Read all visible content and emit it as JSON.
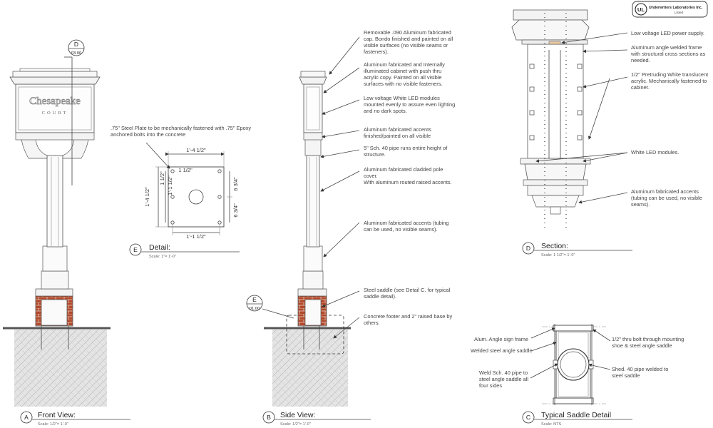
{
  "title_block": {
    "ul_logo_text": "UL",
    "ul_name": "Underwriters Laboratories Inc.",
    "ul_listed": "Listed"
  },
  "sign": {
    "name": "Chesapeake",
    "subtitle": "COURT"
  },
  "section_markers": {
    "front_ref_letter": "D",
    "front_ref_sheet": "03.00",
    "side_ref_letter": "E",
    "side_ref_sheet": "01.00"
  },
  "views": {
    "front": {
      "letter": "A",
      "title": "Front View:",
      "scale": "Scale: 1/2\"= 1'-0\""
    },
    "side": {
      "letter": "B",
      "title": "Side View:",
      "scale": "Scale: 1/2\"= 1'-0\""
    },
    "saddle": {
      "letter": "C",
      "title": "Typical Saddle Detail",
      "scale": "Scale: NTS"
    },
    "section": {
      "letter": "D",
      "title": "Section:",
      "scale": "Scale: 1 1/2\"= 1'-0\""
    },
    "detail": {
      "letter": "E",
      "title": "Detail:",
      "scale": "Scale: 1\"= 1'-0\""
    }
  },
  "detail_plate": {
    "note": ".75\" Steel Plate to be mechanically fastened with .75\" Epoxy anchored bolts into the concrete",
    "dim_top": "1'-4 1/2\"",
    "dim_left": "1'-4 1/2\"",
    "dim_bottom": "1'-1 1/2\"",
    "dim_inner_left": "1'-1 1/2\"",
    "dim_small_top": "1 1/2\"",
    "dim_small_left": "1 1/2\"",
    "dim_right_upper": "6 3/4\"",
    "dim_right_lower": "6 3/4\""
  },
  "side_notes": [
    "Removable .090 Aluminum fabricated cap. Bondo finished and painted on all visible surfaces (no visible seams or fasteners).",
    "Aluminum fabricated and Internally illuminated cabinet with push thru acrylic copy. Painted on all visible surfaces with no visible fasteners.",
    "Low voltage White LED modules mounted evenly to assure even lighting and no dark spots.",
    "Aluminum fabricated accents finished/painted on all visible",
    "5\" Sch. 40 pipe runs entire height of structure.",
    "Aluminum fabricated cladded pole cover.",
    "With aluminum routed raised accents.",
    "Aluminum fabricated accents (tubing can be used, no visible seams).",
    "Steel saddle (see Detail C. for typical saddle detail).",
    "Concrete footer and 2\" raised base by others."
  ],
  "section_notes": [
    "Low voltage LED power supply.",
    "Aluminum angle welded frame with structural cross sections as needed.",
    "1/2\" Pretruding White translucent acrylic. Mechanically fastened to cabinet.",
    "White LED modules.",
    "Aluminum fabricated accents (tubing can be used, no visible seams)."
  ],
  "saddle_notes": {
    "sign_frame": "Alum. Angle sign frame",
    "angle_saddle": "Welded steel angle saddle",
    "weld_pipe": "Weld Sch. 40 pipe to steel angle saddle all four sides",
    "thru_bolt": "1/2\" thru bolt through mounting shoe & steel angle saddle",
    "shed_pipe": "Shed. 40 pipe welded to steel saddle"
  }
}
